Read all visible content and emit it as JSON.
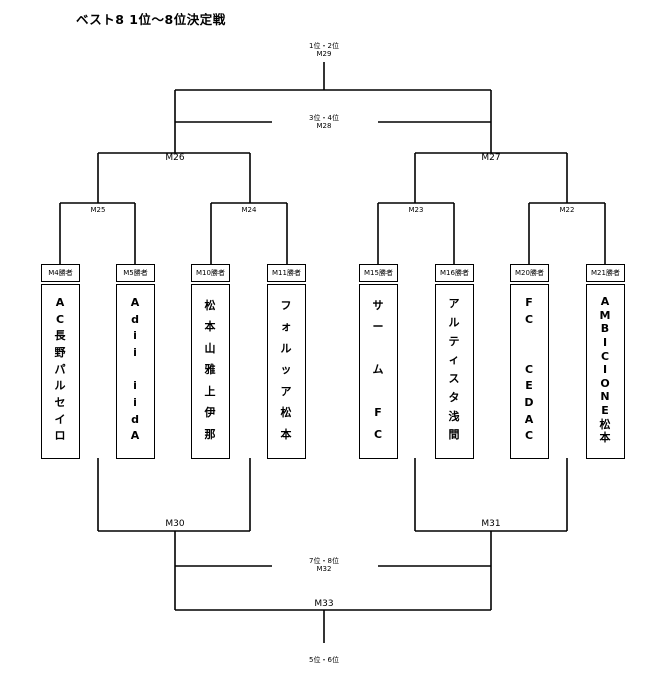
{
  "title": "ベスト8 1位〜8位決定戦",
  "labels": {
    "m29": [
      "1位・2位",
      "M29"
    ],
    "m28": [
      "3位・4位",
      "M28"
    ],
    "m32": [
      "7位・8位",
      "M32"
    ],
    "bottom": "5位・6位",
    "m26": "M26",
    "m27": "M27",
    "m25": "M25",
    "m24": "M24",
    "m23": "M23",
    "m22": "M22",
    "m30": "M30",
    "m31": "M31",
    "m33": "M33"
  },
  "teams": [
    {
      "head": "M4勝者",
      "col1": [
        "A",
        "C",
        "長",
        "野",
        "パ",
        "ル",
        "セ",
        "イ",
        "ロ"
      ],
      "col2": []
    },
    {
      "head": "M5勝者",
      "col1": [
        "A",
        "d",
        "i",
        "i",
        "",
        "i",
        "i",
        "d",
        "A"
      ],
      "col2": []
    },
    {
      "head": "M10勝者",
      "col1": [
        "松",
        "本",
        "山",
        "雅",
        "上",
        "伊",
        "那"
      ],
      "col2": []
    },
    {
      "head": "M11勝者",
      "col1": [
        "フ",
        "ォ",
        "ル",
        "ッ",
        "ア",
        "松",
        "本"
      ],
      "col2": []
    },
    {
      "head": "M15勝者",
      "col1": [
        "サ",
        "ー",
        "",
        "ム",
        "",
        "F",
        "C"
      ],
      "col2": []
    },
    {
      "head": "M16勝者",
      "col1": [
        "ア",
        "ル",
        "テ",
        "ィ",
        "ス",
        "タ",
        "浅",
        "間"
      ],
      "col2": []
    },
    {
      "head": "M20勝者",
      "col1": [
        "F",
        "C",
        "",
        "",
        "C",
        "E",
        "D",
        "A",
        "C"
      ],
      "col2": []
    },
    {
      "head": "M21勝者",
      "col1": [
        "A",
        "M",
        "B",
        "I",
        "C",
        "I",
        "O",
        "N",
        "E",
        "松",
        "本"
      ],
      "col2": []
    }
  ]
}
